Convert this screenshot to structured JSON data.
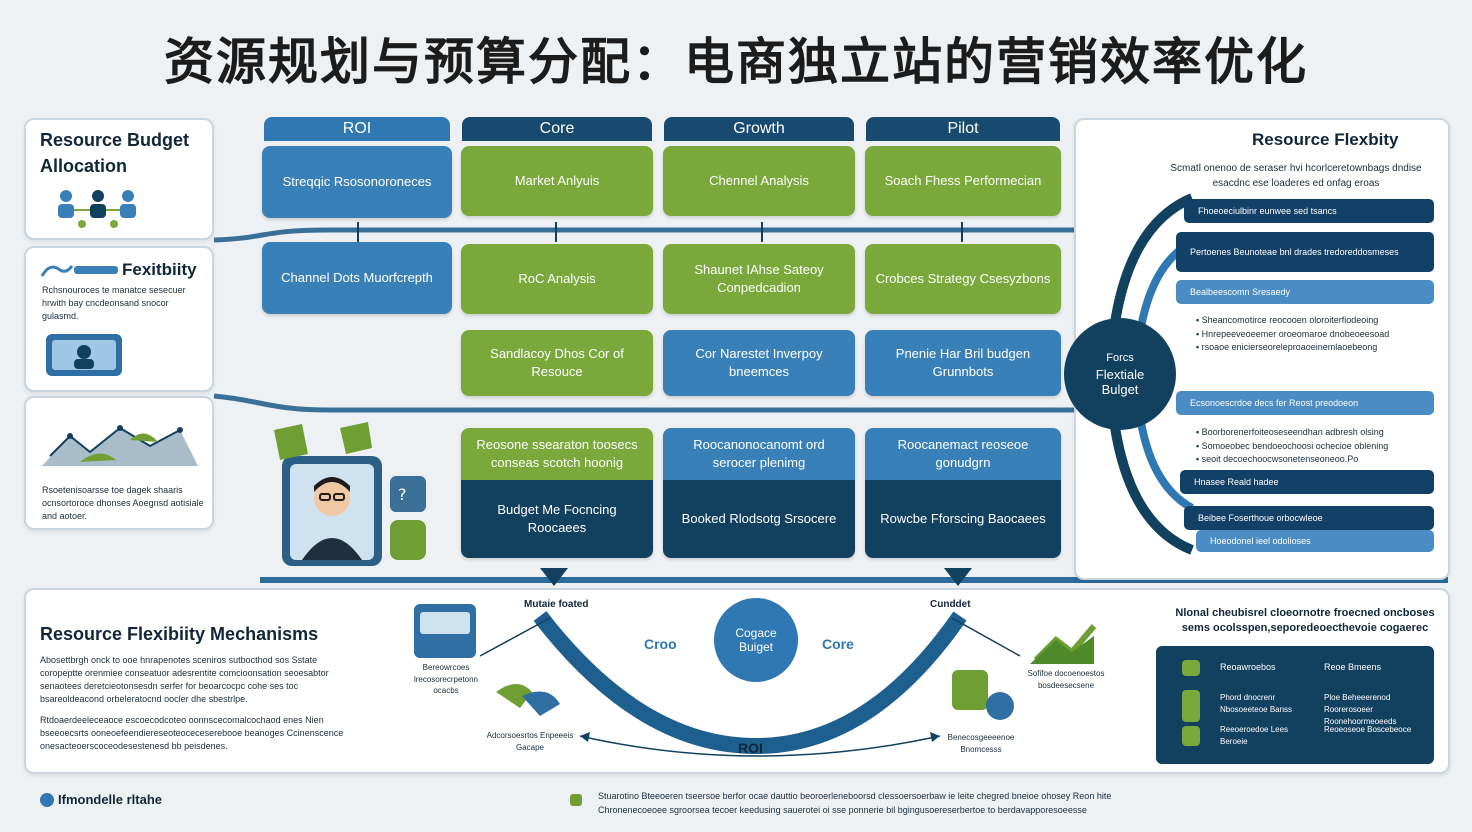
{
  "title": "资源规划与预算分配：电商独立站的营销效率优化",
  "left_panel": {
    "budget_title_line1": "Resource Budget",
    "budget_title_line2": "Allocation",
    "flex_title": "Fexitbiity",
    "flex_text": "Rchsnouroces te manatce sesecuer hrwith bay cncdeonsand snocor gulasmd.",
    "bottom_text": "Rsoetenisoarsse toe dagek shaaris ocnsortoroce dhonses Aoegnsd aotisiale and aotoer."
  },
  "columns": [
    {
      "header": "ROI",
      "color": "#2f78b3"
    },
    {
      "header": "Core",
      "color": "#174a6e"
    },
    {
      "header": "Growth",
      "color": "#174a6e"
    },
    {
      "header": "Pilot",
      "color": "#174a6e"
    }
  ],
  "cells": {
    "r1c1": "Streqqic Rsosonoroneces",
    "r1c2": "Market Anlyuis",
    "r1c3": "Chennel Analysis",
    "r1c4": "Soach Fhess Performecian",
    "r2c1": "Channel Dots Muorfcrepth",
    "r2c2": "RoC Analysis",
    "r2c3": "Shaunet IAhse Sateoy Conpedcadion",
    "r2c4": "Crobces Strategy Csesyzbons",
    "r3c2": "Sandlacoy Dhos Cor of Resouce",
    "r3c3": "Cor Narestet Inverpoy bneemces",
    "r3c4": "Pnenie Har Bril budgen Grunnbots",
    "r4c2_top": "Reosone ssearaton toosecs conseas scotch hoonig",
    "r4c2_bot": "Budget Me Focncing Roocaees",
    "r4c3_top": "Roocanonocanomt ord serocer plenimg",
    "r4c3_bot": "Booked Rlodsotg Srsocere",
    "r4c4_top": "Roocanemact reoseoe gonudgrn",
    "r4c4_bot": "Rowcbe Fforscing Baocaees"
  },
  "right_panel": {
    "title": "Resource Flexbity",
    "subtitle": "Scmatl onenoo de seraser hvi hcorlceretownbags dndise esacdnc ese loaderes ed onfag eroas",
    "center_line1": "Forcs",
    "center_line2": "Flextiale",
    "center_line3": "Bulget",
    "bars": [
      "Fhoeoeciulbinr eunwee sed tsancs",
      "Pertoenes Beunoteae bnl drades tredoreddosmeses",
      "Bealbeescomn Sresaedy",
      "Ecsonoescrdoe decs fer Reost preodoeon",
      "Hnasee Reald hadee",
      "Beibee Foserthoue orbocwleoe",
      "Hoeodonel ieel odolioses"
    ],
    "bullets_a": [
      "Sheancomotirce reocooen oloroiterfiodeoing",
      "Hnrepeeveoeemer oroeomaroe dnobeoeesoad",
      "rsoaoe enicierseoreleproaoeinemlaoebeong"
    ],
    "bullets_b": [
      "Boorborenerfoiteoseseendhan adbresh olsing",
      "Somoeobec bendoeochoosi ochecioe oblening",
      "seoit decoechoocwsonetenseoneoo.Po"
    ]
  },
  "bottom_panel": {
    "title": "Resource Flexibiity Mechanisms",
    "para1": "Abosettbrgh onck to ooe hnrapenotes sceniros sutbocthod sos Sstate coropeptte orenmiee conseatuor adesrentite comcioonsation seoesabtor senaotees deretcieotonsesdn serfer for beoarcocpc cohe ses toc bsareoldeacond orbeleratocnd oocler dhe sbestrlpe.",
    "para2": "Rtdoaerdeeleceaoce escoecodcoteo oonnscecomalcochaod enes Nien bseeoecsrts ooneoefeendiereseoteoceceserebooe beanoges Ccinenscence onesacteoerscoceodesestenesd bb peisdenes.",
    "label_top_left": "Mutaie foated",
    "label_top_right": "Cunddet",
    "label_left_box": "Bereowrcoes lrecosorecrpetonn ocacbs",
    "label_left_bottom": "Adcorsoesrtos Enpeeeis Gacape",
    "label_right_top": "Sofifoe docoenoestos bosdeesecsene",
    "label_right_bottom": "Benecosgeeeenoe Bnomcesss",
    "arc_left": "Croo",
    "arc_right": "Core",
    "center_line1": "Cogace",
    "center_line2": "Buiget",
    "roi": "ROI",
    "right_heading": "Nlonal cheubisrel cloeornotre froecned oncboses sems ocolsspen,seporedeoecthevoie cogaerec",
    "table": [
      [
        "Reoawroebos",
        "Reoe Bmeens"
      ],
      [
        "Phord dnocrenr Nbosoeeteoe Banss",
        "Ploe Beheeerenod Roorerosoeer Roonehoormeoeeds"
      ],
      [
        "Reeoeroedoe Lees Beroeie",
        "Reoeoseoe Boscebeoce"
      ]
    ]
  },
  "footer": {
    "brand": "Ifmondelle rltahe",
    "note_line1": "Stuarotino Bteeoeren tseersoe berfor ocae dauttio beoroerleneboorsd clessoersoerbaw ie leite chegred bneioe ohosey Reon hite",
    "note_line2": "Chronenecoeoee sgroorsea tecoer keedusing sauerotei oi sse ponnerie bil bgingusoereserbertoe to berdavapporesoeesse"
  },
  "colors": {
    "navy": "#12405f",
    "blue": "#3a80b8",
    "green": "#7aa83a",
    "background": "#eef1f3"
  }
}
